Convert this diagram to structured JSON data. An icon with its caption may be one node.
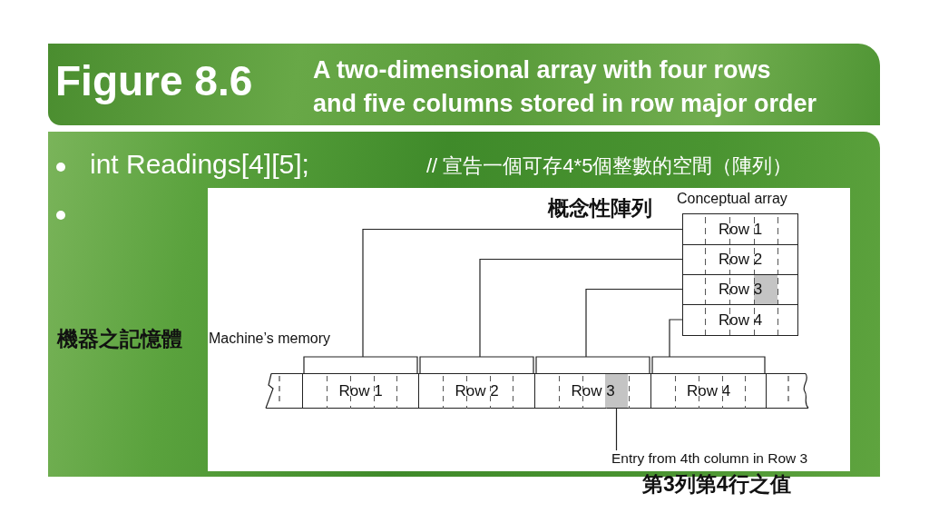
{
  "diagram": {
    "title": "Figure 8.6",
    "nodes": [
      {
        "text": [
          "Conceptual array"
        ],
        "beside": [
          "概念性陣列"
        ]
      },
      {
        "text": [
          "Row 1"
        ],
        "in": 0
      },
      {
        "text": [
          "Row 2"
        ],
        "in": 0
      },
      {
        "text": [
          "Row 3"
        ],
        "in": 0
      },
      {
        "text": [
          "Row 4"
        ],
        "in": 0
      },
      {
        "text": [
          "Machine’s memory"
        ],
        "beside": [
          "機器之記憶體"
        ]
      },
      {
        "text": [
          "Row 1"
        ],
        "in": 5
      },
      {
        "text": [
          "Row 2"
        ],
        "in": 5
      },
      {
        "text": [
          "Row 3"
        ],
        "in": 5
      },
      {
        "text": [
          "Row 4"
        ],
        "in": 5
      },
      {
        "text": [],
        "shape": "box",
        "in": 8
      },
      {
        "text": [
          "Entry from 4th column in Row 3"
        ],
        "beside": [
          "第3列第4行之值"
        ]
      }
    ],
    "edges": [
      {
        "from": 1,
        "to": 6,
        "arrow": "none"
      },
      {
        "from": 2,
        "to": 7,
        "arrow": "none"
      },
      {
        "from": 3,
        "to": 8,
        "arrow": "none"
      },
      {
        "from": 4,
        "to": 9,
        "arrow": "none"
      },
      {
        "from": 11,
        "to": 10,
        "arrow": "none"
      }
    ],
    "labels": [
      "A two-dimensional array with four rows and five columns stored in row major order",
      "int Readings[4][5];",
      "// 宣告一個可存4*5個整數的空間（陣列）"
    ]
  }
}
